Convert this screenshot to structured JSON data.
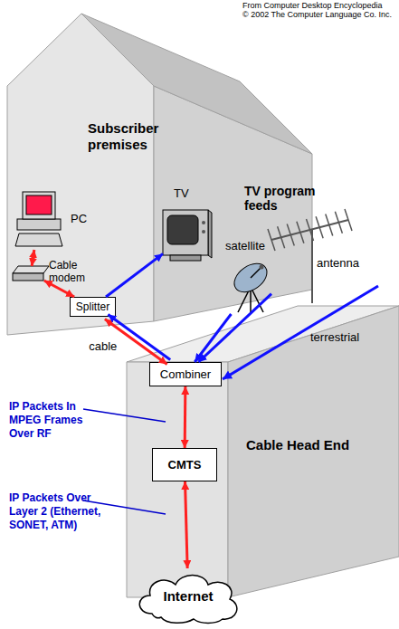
{
  "diagram": {
    "nodes": [
      {
        "text": [
          "Subscriber premises"
        ]
      },
      {
        "text": [
          "PC"
        ],
        "in": 0
      },
      {
        "text": [
          "Cable modem"
        ],
        "in": 0
      },
      {
        "text": [
          "TV"
        ],
        "in": 0
      },
      {
        "text": [
          "Splitter"
        ],
        "in": 0
      },
      {
        "text": [
          "satellite"
        ]
      },
      {
        "text": [
          "antenna"
        ]
      },
      {
        "text": [
          "Cable Head End"
        ]
      },
      {
        "text": [
          "Combiner"
        ],
        "in": 7
      },
      {
        "text": [
          "CMTS"
        ],
        "in": 7
      },
      {
        "text": [
          "Internet"
        ]
      }
    ],
    "edges": [
      {
        "from": 1,
        "to": 2,
        "arrow": "both"
      },
      {
        "from": 2,
        "to": 4,
        "arrow": "both"
      },
      {
        "from": 4,
        "to": 3,
        "arrow": "to"
      },
      {
        "from": 4,
        "to": 8,
        "arrow": "both",
        "label": "cable"
      },
      {
        "from": 8,
        "to": 4,
        "arrow": "to"
      },
      {
        "from": 5,
        "to": 8,
        "arrow": "to"
      },
      {
        "from": 6,
        "to": 8,
        "arrow": "to"
      },
      {
        "from": 8,
        "to": 9,
        "arrow": "both"
      },
      {
        "from": 9,
        "to": 10,
        "arrow": "both"
      }
    ],
    "labels": [
      "From Computer Desktop Encyclopedia",
      "© 2002 The Computer Language Co. Inc.",
      "TV program feeds",
      "terrestrial",
      "IP Packets In MPEG Frames Over RF",
      "IP Packets Over Layer 2 (Ethernet, SONET, ATM)"
    ]
  }
}
